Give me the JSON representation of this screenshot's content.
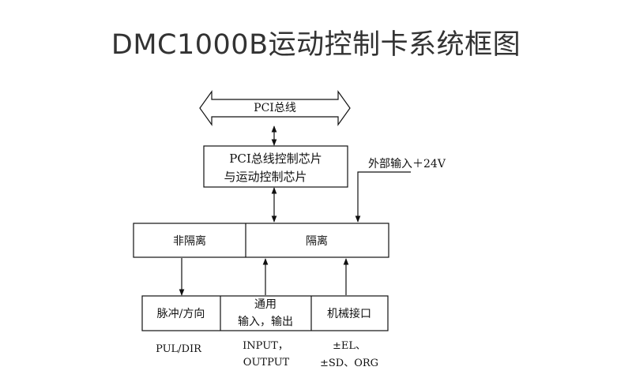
{
  "title": "DMC1000B运动控制卡系统框图",
  "diagram": {
    "bus": "PCI总线",
    "chip_line1": "PCI总线控制芯片",
    "chip_line2": "与运动控制芯片",
    "external_input": "外部输入＋24V",
    "non_isolated": "非隔离",
    "isolated": "隔离",
    "pulse_dir": "脉冲/方向",
    "general_line1": "通用",
    "general_line2": "输入，输出",
    "mechanical": "机械接口",
    "sig_pul": "PUL/DIR",
    "sig_io_line1": "INPUT，",
    "sig_io_line2": "OUTPUT",
    "sig_mech_line1": "±EL、",
    "sig_mech_line2": "±SD、ORG"
  }
}
